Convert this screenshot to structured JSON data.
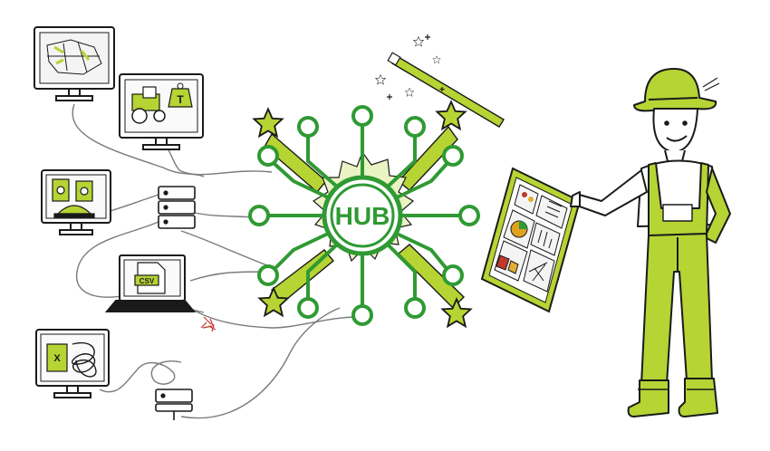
{
  "hub": {
    "label": "HUB"
  },
  "devices": {
    "laptop_file_label": "CSV",
    "tractor_weight_label": "T",
    "spreadsheet_label": "X"
  },
  "colors": {
    "lime": "#b6d433",
    "green": "#2f9a33",
    "ink": "#1a1a1a",
    "red_wire": "#c0392b"
  },
  "icons": [
    "map-icon",
    "tractor-icon",
    "weight-icon",
    "fertilizer-icon",
    "scale-icon",
    "csv-file-icon",
    "spreadsheet-icon",
    "tangled-scribble-icon",
    "server-icon",
    "router-icon",
    "shooting-star-icon",
    "magic-wand-icon",
    "farmer-figure",
    "dashboard-tablet"
  ]
}
